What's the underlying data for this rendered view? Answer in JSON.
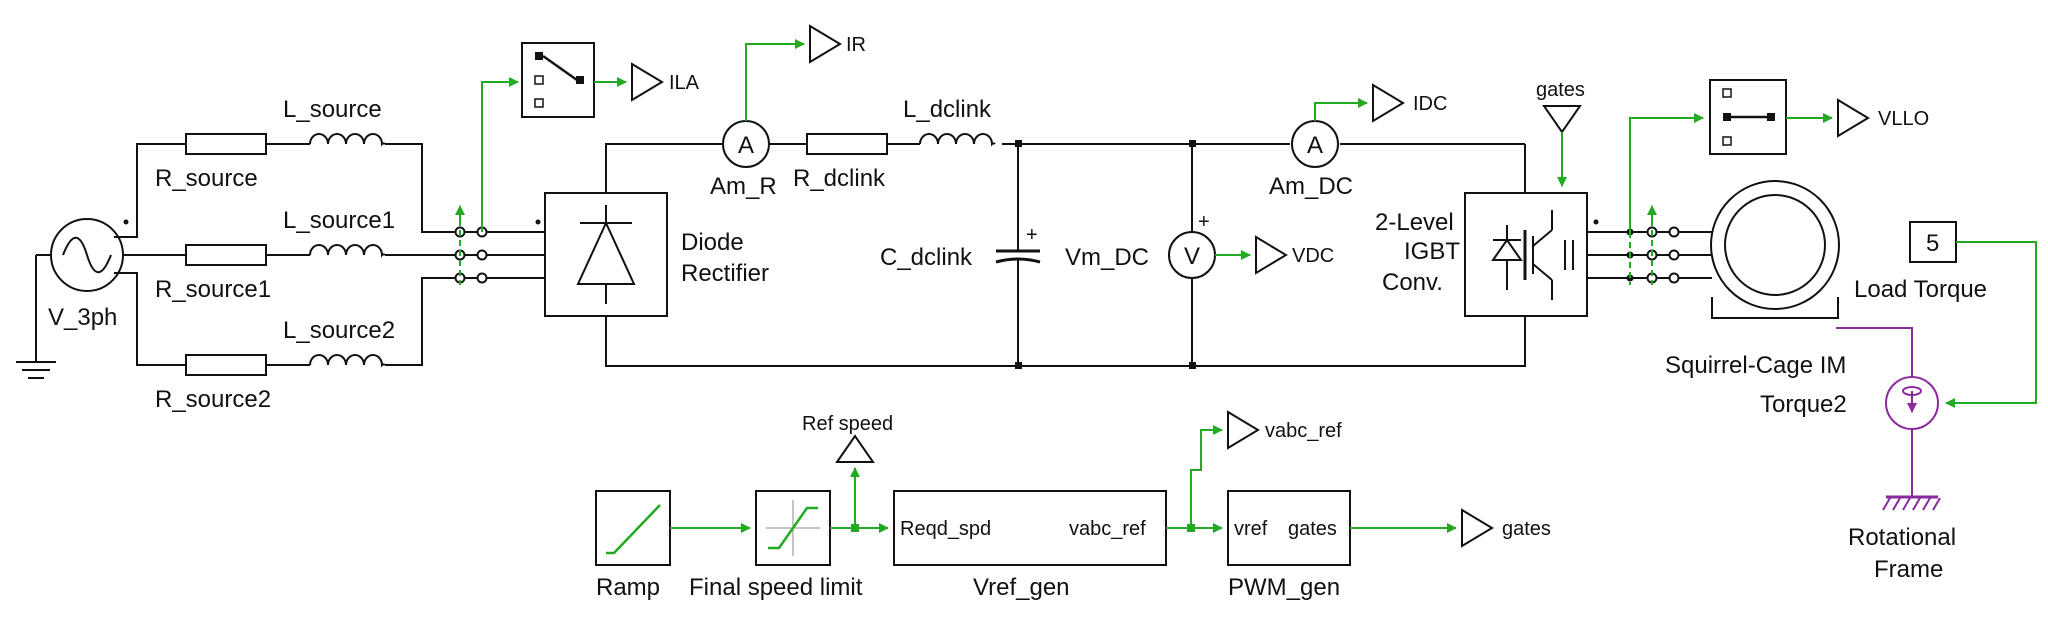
{
  "colors": {
    "wire": "#111111",
    "signal": "#22aa22",
    "mechanical": "#8a2a9e",
    "background": "#ffffff"
  },
  "source": {
    "label": "V_3ph"
  },
  "resistors": [
    "R_source",
    "R_source1",
    "R_source2",
    "R_dclink"
  ],
  "inductors": [
    "L_source",
    "L_source1",
    "L_source2",
    "L_dclink"
  ],
  "rectifier": {
    "label_line1": "Diode",
    "label_line2": "Rectifier"
  },
  "capacitor": {
    "label": "C_dclink"
  },
  "ammeters": {
    "rect": "Am_R",
    "dc": "Am_DC",
    "symbol": "A"
  },
  "voltmeter": {
    "label": "Vm_DC",
    "symbol": "V"
  },
  "converter": {
    "line1": "2-Level",
    "line2": "IGBT",
    "line3": "Conv."
  },
  "motor": {
    "label": "Squirrel-Cage IM"
  },
  "load": {
    "value": "5",
    "label": "Load Torque"
  },
  "torque_source": {
    "label": "Torque2"
  },
  "rot_frame": {
    "line1": "Rotational",
    "line2": "Frame"
  },
  "probes": {
    "ila": "ILA",
    "ir": "IR",
    "idc": "IDC",
    "vdc": "VDC",
    "vllo": "VLLO"
  },
  "gates_goto": "gates",
  "gates_from": "gates",
  "control": {
    "ref_speed": "Ref speed",
    "ramp": "Ramp",
    "limit": "Final speed limit",
    "vref_gen": {
      "name": "Vref_gen",
      "in": "Reqd_spd",
      "out": "vabc_ref"
    },
    "vabc_goto": "vabc_ref",
    "pwm": {
      "name": "PWM_gen",
      "in": "vref",
      "out": "gates"
    }
  }
}
